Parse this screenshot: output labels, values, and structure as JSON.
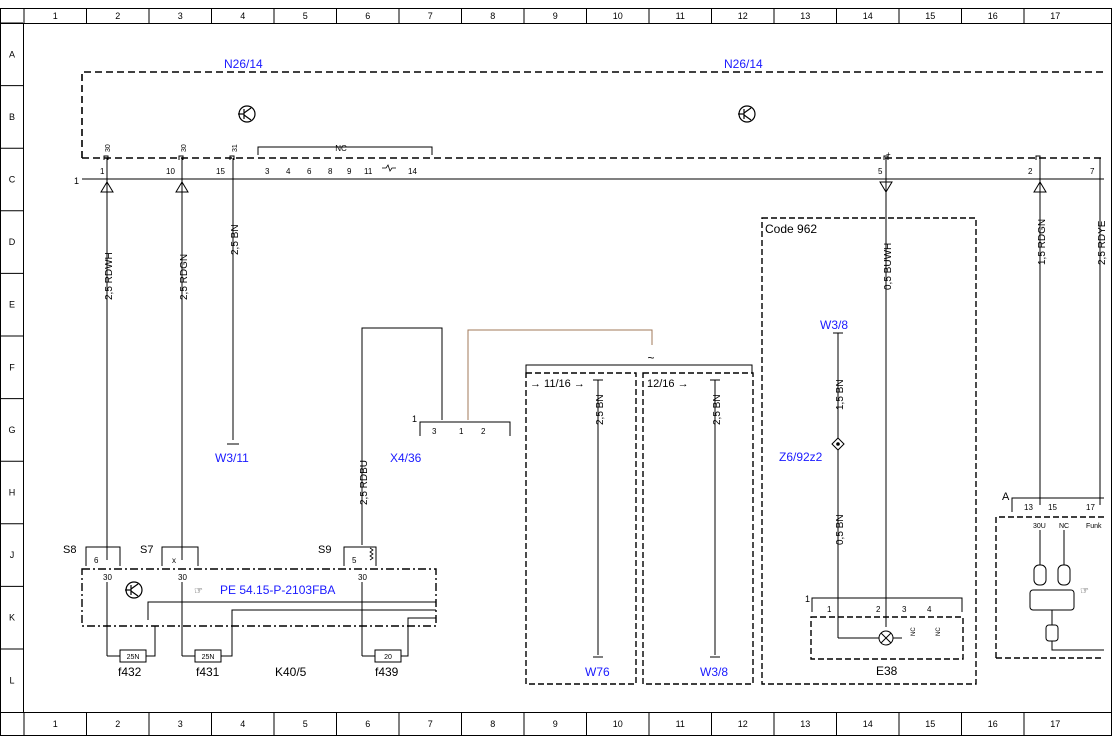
{
  "frame": {
    "columns": [
      "1",
      "2",
      "3",
      "4",
      "5",
      "6",
      "7",
      "8",
      "9",
      "10",
      "11",
      "12",
      "13",
      "14",
      "15",
      "16",
      "17"
    ],
    "rows": [
      "A",
      "B",
      "C",
      "D",
      "E",
      "F",
      "G",
      "H",
      "J",
      "K",
      "L"
    ]
  },
  "module_top": {
    "label_left": "N26/14",
    "label_right": "N26/14",
    "pin_side_marker": "1",
    "pins_left": [
      "1",
      "10",
      "15",
      "3",
      "4",
      "6",
      "8",
      "9",
      "11",
      "14"
    ],
    "pin_functions": [
      "30",
      "30",
      "31"
    ],
    "nc_bracket": "NC",
    "pins_right": [
      "5",
      "2",
      "7"
    ],
    "pin_function_plus": "+"
  },
  "wires": {
    "w1": "2,5 RDWH",
    "w2": "2,5 RDGN",
    "w3": "2,5 BN",
    "w4": "2,5 RDBU",
    "w5": "0,5 BUWH",
    "w6": "1,5 RDGN",
    "w7": "2,5 RDYE",
    "w8": "2,5 BN",
    "w9": "2,5 BN",
    "w10": "1,5 BN",
    "w11": "0,5 BN"
  },
  "ground_refs": {
    "w3_11": "W3/11",
    "w76": "W76",
    "w3_8_bottom": "W3/8",
    "w3_8_top": "W3/8"
  },
  "connector_x4": {
    "label": "X4/36",
    "marker": "1",
    "pins": [
      "3",
      "1",
      "2"
    ]
  },
  "variant_blocks": {
    "left_label": "→ 11/16 →",
    "right_label": "12/16 →",
    "symbol": "~"
  },
  "code_box": {
    "label": "Code 962"
  },
  "splice": {
    "label": "Z6/92z2"
  },
  "lamp": {
    "label": "E38",
    "marker": "1",
    "pins": [
      "1",
      "2",
      "3",
      "4"
    ],
    "nc": [
      "NC",
      "NC"
    ]
  },
  "relay_module": {
    "label": "K40/5",
    "ref": "PE 54.15-P-2103FBA",
    "switches": [
      "S8",
      "S7",
      "S9"
    ],
    "switch_pins": [
      "6",
      "x",
      "5"
    ],
    "pin_functions": [
      "30",
      "30",
      "30"
    ],
    "fuses": [
      {
        "label": "f432",
        "rating": "25N"
      },
      {
        "label": "f431",
        "rating": "25N"
      },
      {
        "label": "f439",
        "rating": "20"
      }
    ]
  },
  "right_module": {
    "marker": "A",
    "pins": [
      "13",
      "15",
      "17"
    ],
    "functions": [
      "30U",
      "NC",
      "Funk"
    ]
  },
  "colors": {
    "line": "#000000",
    "ref_blue": "#1a1aff",
    "brown_wire": "#a0785a"
  }
}
